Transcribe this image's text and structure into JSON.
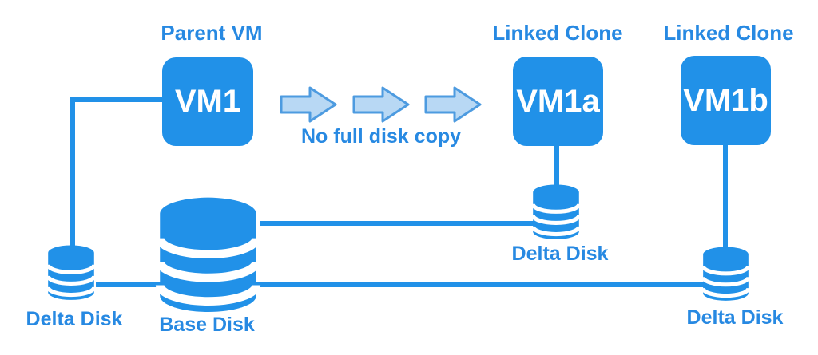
{
  "diagram": {
    "colors": {
      "primary": "#2191E8",
      "label_text": "#2789E2",
      "vm_text": "#FFFFFF",
      "arrow_fill": "#B8D8F4",
      "arrow_stroke": "#4D9BE0",
      "background": "#FFFFFF"
    },
    "labels": {
      "parent_vm": "Parent VM",
      "linked_clone_a": "Linked Clone",
      "linked_clone_b": "Linked Clone",
      "no_copy_note": "No full disk copy",
      "delta_disk_left": "Delta Disk",
      "base_disk": "Base Disk",
      "delta_disk_a": "Delta Disk",
      "delta_disk_b": "Delta Disk"
    },
    "nodes": {
      "vm1": {
        "label": "VM1"
      },
      "vm1a": {
        "label": "VM1a"
      },
      "vm1b": {
        "label": "VM1b"
      }
    },
    "icons": {
      "disk": "database-icon",
      "arrow": "right-arrow-icon"
    }
  }
}
